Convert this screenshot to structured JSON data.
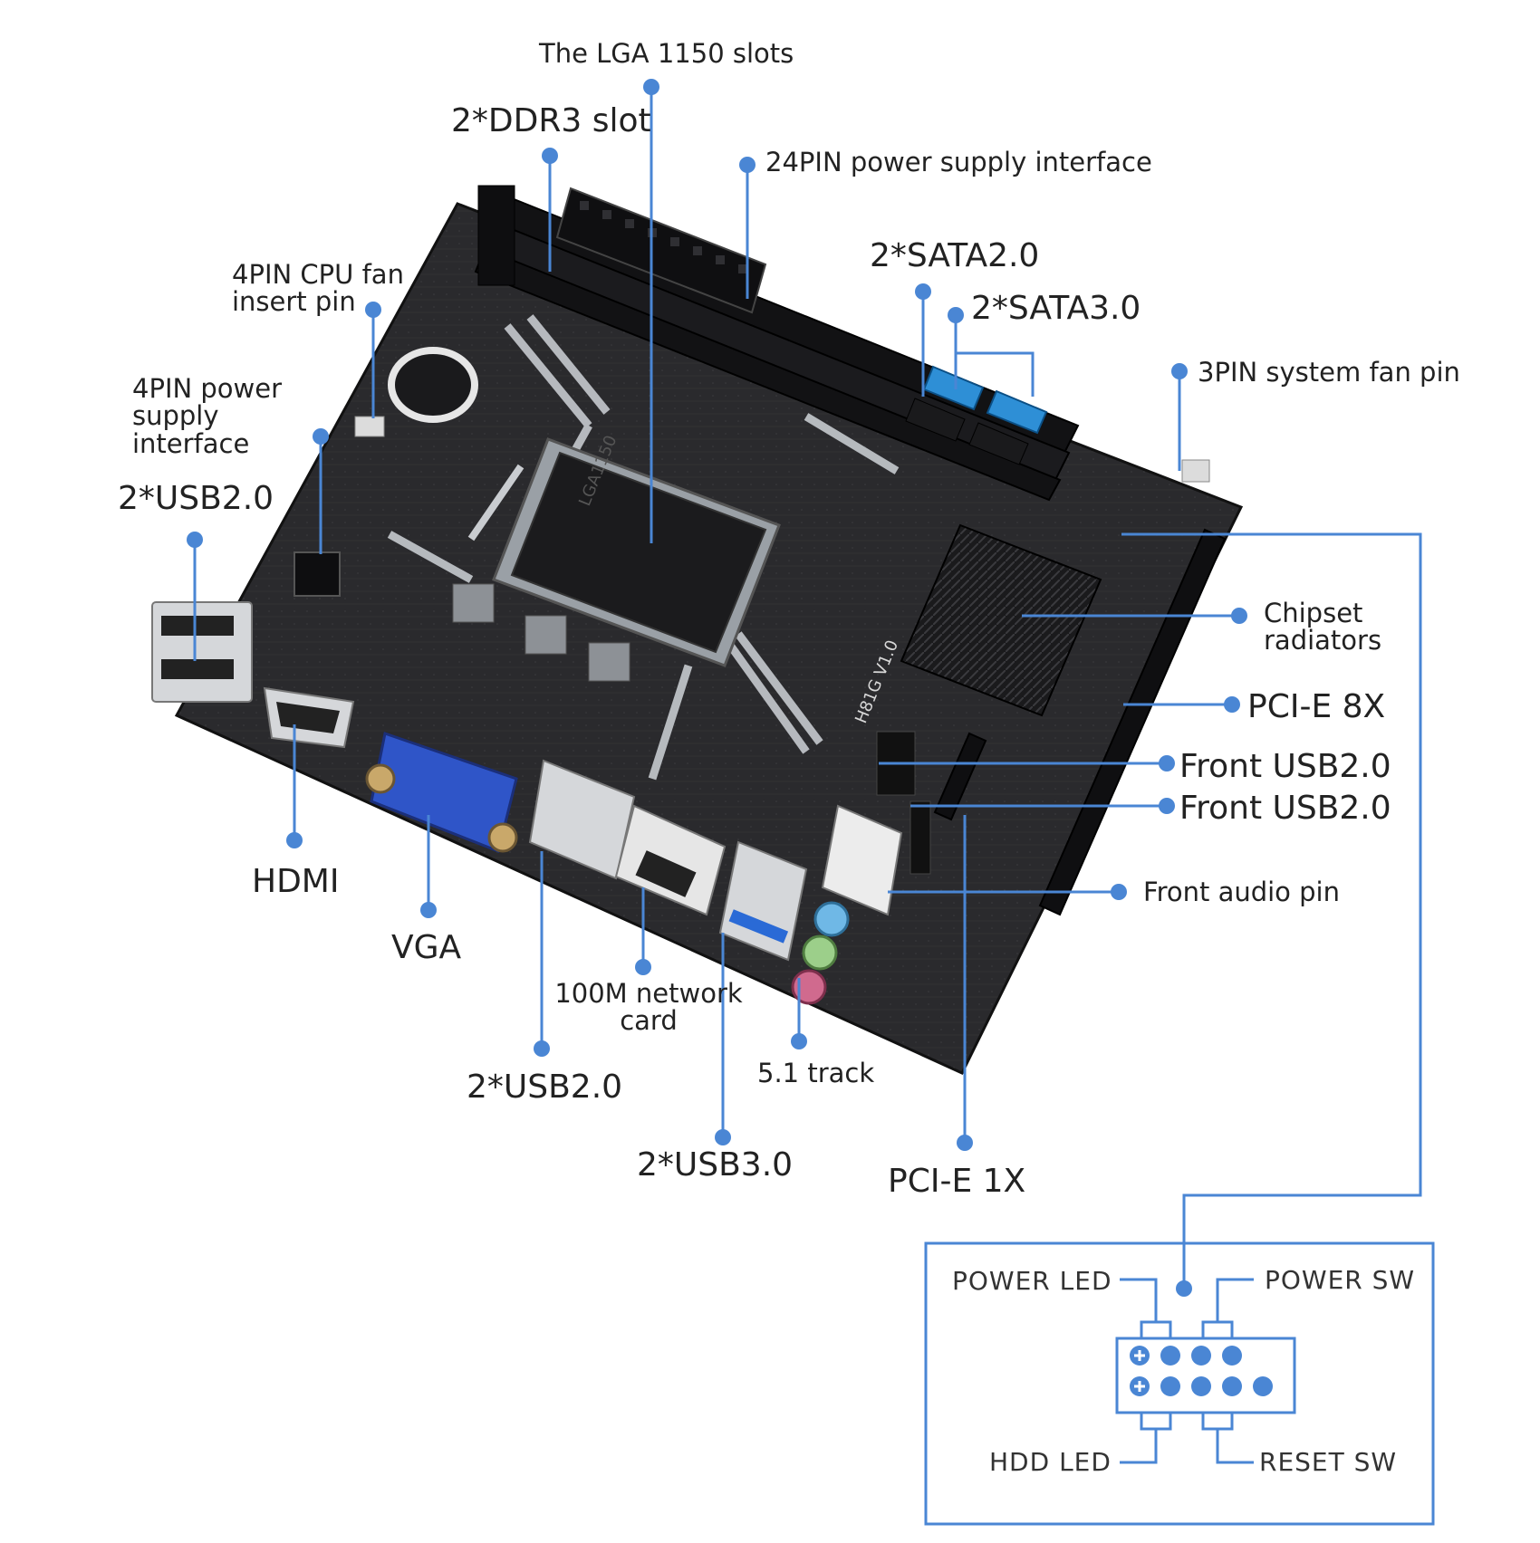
{
  "labels": {
    "lga": "The LGA 1150 slots",
    "ddr3": "2*DDR3 slot",
    "pin24": "24PIN power supply interface",
    "cpufan": "4PIN CPU fan insert pin",
    "pin4": "4PIN power supply interface",
    "sata2": "2*SATA2.0",
    "sata3": "2*SATA3.0",
    "sysfan": "3PIN system fan pin",
    "usb2_left": "2*USB2.0",
    "chipset": "Chipset radiators",
    "pcie8": "PCI-E 8X",
    "front_usb_1": "Front USB2.0",
    "front_usb_2": "Front USB2.0",
    "front_audio": "Front audio pin",
    "hdmi": "HDMI",
    "vga": "VGA",
    "net": "100M network card",
    "track": "5.1 track",
    "usb2_bottom": "2*USB2.0",
    "usb3": "2*USB3.0",
    "pcie1": "PCI-E 1X"
  },
  "board_marks": {
    "model": "H81G V1.0",
    "socket": "LGA1150"
  },
  "front_panel": {
    "power_led": "POWER LED",
    "power_sw": "POWER SW",
    "hdd_led": "HDD LED",
    "reset_sw": "RESET SW"
  },
  "colors": {
    "leader": "#4a86d4",
    "board": "#2b2b2e",
    "board_dark": "#141416",
    "sata": "#2e8fd6",
    "vga_port": "#2f55c8",
    "audio_blue": "#6fb8e6",
    "audio_green": "#9ccf8a",
    "audio_pink": "#d06a8e"
  }
}
